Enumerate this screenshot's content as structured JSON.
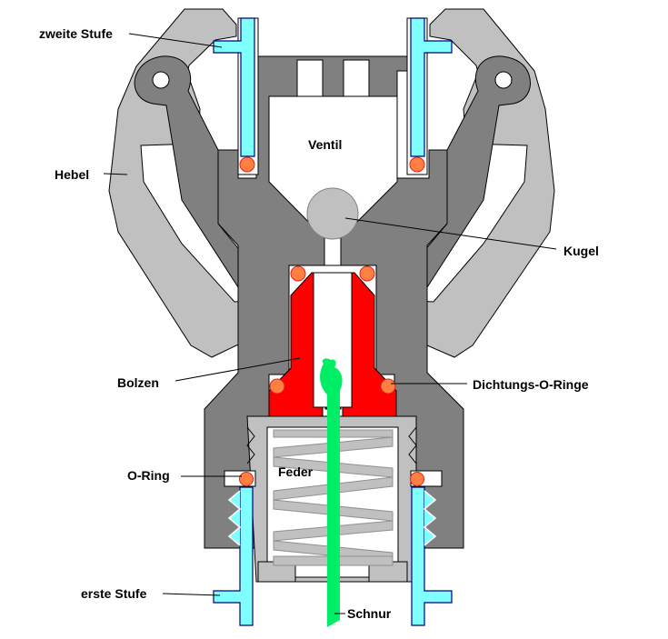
{
  "title": "Ventil cross-section diagram",
  "labels": {
    "zweite_stufe": "zweite Stufe",
    "hebel": "Hebel",
    "ventil": "Ventil",
    "kugel": "Kugel",
    "bolzen": "Bolzen",
    "dichtungs_o_ringe": "Dichtungs-O-Ringe",
    "o_ring": "O-Ring",
    "feder": "Feder",
    "erste_stufe": "erste Stufe",
    "schnur": "Schnur"
  },
  "colors": {
    "housing": "#808080",
    "lever": "#c0c0c0",
    "stage_tube": "#80ffff",
    "bolt": "#ff0000",
    "o_ring": "#ff8040",
    "cord": "#00ee66",
    "spring": "#c0c0c0"
  }
}
